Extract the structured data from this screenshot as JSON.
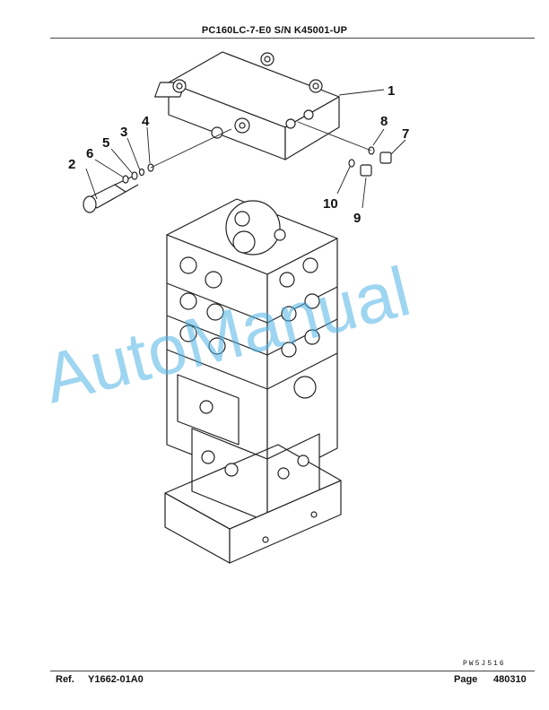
{
  "header": {
    "title": "PC160LC-7-E0 S/N K45001-UP"
  },
  "callouts": [
    "1",
    "2",
    "3",
    "4",
    "5",
    "6",
    "7",
    "8",
    "9",
    "10"
  ],
  "watermark": "AutoManual",
  "drawing_code": "PW5J516",
  "footer": {
    "ref_label": "Ref.",
    "ref_value": "Y1662-01A0",
    "page_label": "Page",
    "page_value": "480310"
  },
  "colors": {
    "watermark": "#4fb3e6",
    "line": "#222222"
  }
}
